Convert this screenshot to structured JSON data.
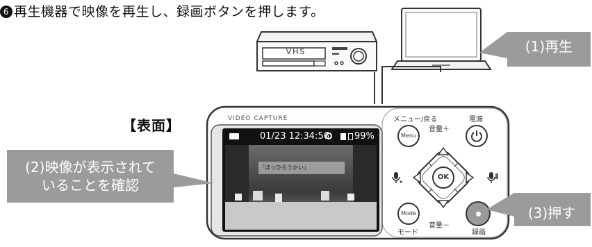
{
  "instruction": {
    "number": "6",
    "text": "再生機器で映像を再生し、録画ボタンを押します。"
  },
  "callouts": {
    "play": "(1)再生",
    "confirm_line1": "(2)映像が表示されて",
    "confirm_line2": "いることを確認",
    "press": "(3)押す"
  },
  "vcr": {
    "label": "VHS"
  },
  "face_label": "【表面】",
  "device": {
    "brand": "VIDEO CAPTURE",
    "status_date": "01/23 12:34:56",
    "status_battery": "99%",
    "screen_title": "「ほっひらうかい」",
    "buttons": {
      "menu_caption": "メニュー/戻る",
      "menu": "Menu",
      "volume_up": "音量＋",
      "power_caption": "電源",
      "ok": "OK",
      "mode": "Mode",
      "mode_caption": "モード",
      "volume_down": "音量－",
      "record_caption": "録画"
    }
  }
}
